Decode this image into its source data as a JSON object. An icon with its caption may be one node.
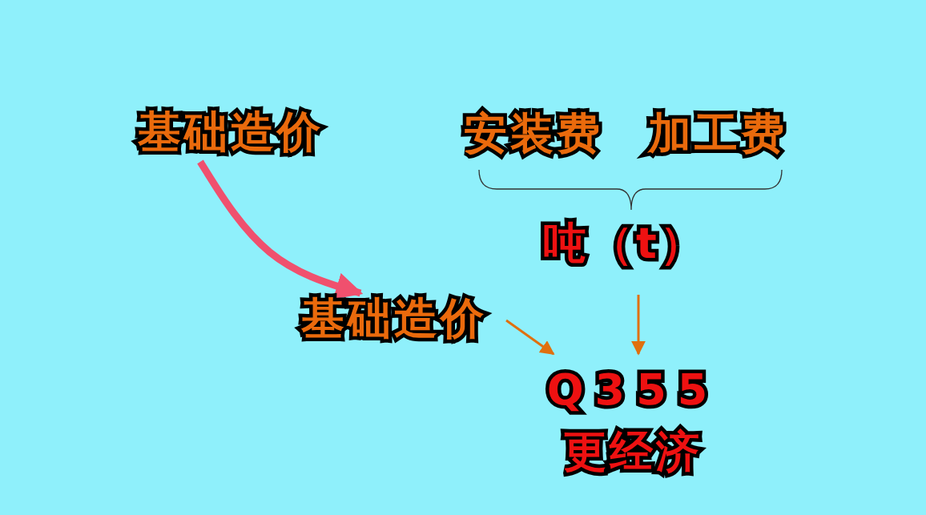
{
  "diagram": {
    "nodes": [
      {
        "text": [
          "基础造价"
        ]
      },
      {
        "text": [
          "安装费"
        ]
      },
      {
        "text": [
          "加工费"
        ]
      },
      {
        "text": [
          "吨（t）"
        ]
      },
      {
        "text": [
          "基础造价"
        ]
      },
      {
        "text": [
          "Q355",
          "更经济"
        ]
      }
    ],
    "edges": [
      {
        "from": 0,
        "to": 4,
        "arrow": "to",
        "style": "thick",
        "color": "#f0506e"
      },
      {
        "from": 4,
        "to": 5,
        "arrow": "to"
      },
      {
        "from": 3,
        "to": 5,
        "arrow": "to"
      }
    ]
  }
}
